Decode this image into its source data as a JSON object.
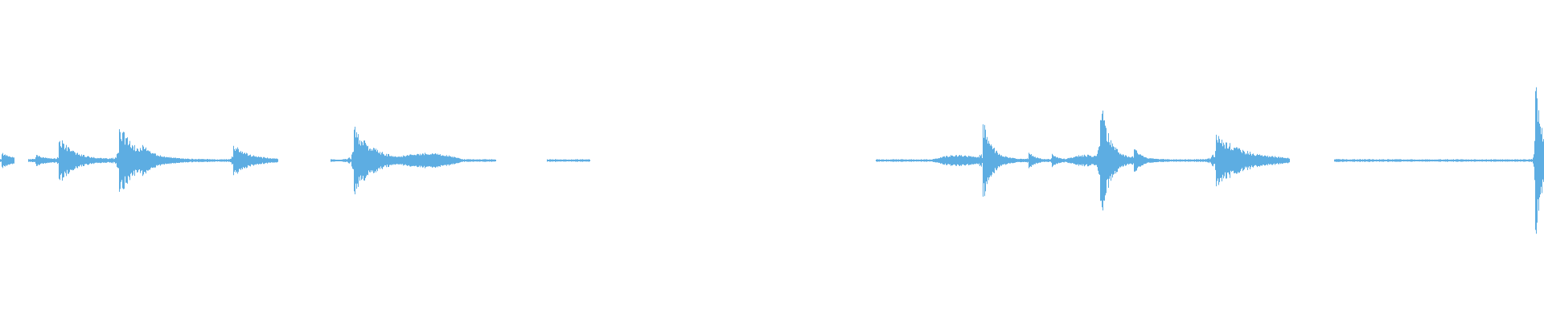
{
  "waveform": {
    "color": "#5dade2",
    "background": "#ffffff",
    "segments": [
      {
        "start": 0.0,
        "end": 0.009
      },
      {
        "start": 0.018,
        "end": 0.18
      },
      {
        "start": 0.214,
        "end": 0.321
      },
      {
        "start": 0.354,
        "end": 0.382
      },
      {
        "start": 0.567,
        "end": 0.835
      },
      {
        "start": 0.864,
        "end": 1.0
      }
    ],
    "events": [
      {
        "t": 0.001,
        "amp": 0.05,
        "decay": 0.006
      },
      {
        "t": 0.023,
        "amp": 0.04,
        "decay": 0.005
      },
      {
        "t": 0.038,
        "amp": 0.15,
        "decay": 0.01
      },
      {
        "t": 0.077,
        "amp": 0.22,
        "decay": 0.012
      },
      {
        "t": 0.092,
        "amp": 0.05,
        "decay": 0.005
      },
      {
        "t": 0.151,
        "amp": 0.1,
        "decay": 0.01
      },
      {
        "t": 0.229,
        "amp": 0.22,
        "decay": 0.012
      },
      {
        "t": 0.636,
        "amp": 0.28,
        "decay": 0.006
      },
      {
        "t": 0.666,
        "amp": 0.05,
        "decay": 0.004
      },
      {
        "t": 0.681,
        "amp": 0.04,
        "decay": 0.004
      },
      {
        "t": 0.712,
        "amp": 0.44,
        "decay": 0.006
      },
      {
        "t": 0.734,
        "amp": 0.07,
        "decay": 0.005
      },
      {
        "t": 0.787,
        "amp": 0.17,
        "decay": 0.018
      },
      {
        "t": 0.994,
        "amp": 0.62,
        "decay": 0.004
      }
    ],
    "bursts": [
      {
        "start": 0.257,
        "end": 0.3,
        "amp": 0.04
      },
      {
        "start": 0.603,
        "end": 0.64,
        "amp": 0.03
      },
      {
        "start": 0.69,
        "end": 0.716,
        "amp": 0.03
      }
    ]
  }
}
